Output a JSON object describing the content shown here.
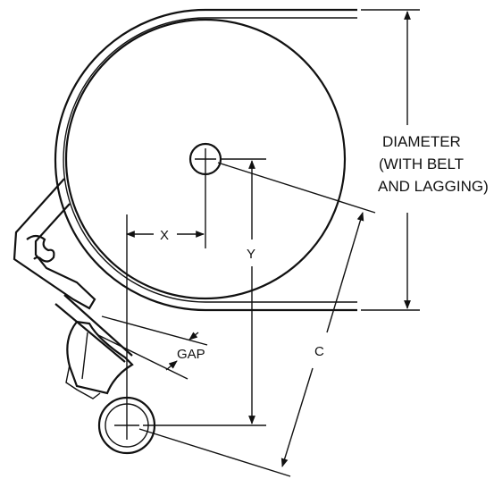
{
  "labels": {
    "diameter_line1": "DIAMETER",
    "diameter_line2": "(WITH BELT",
    "diameter_line3": "AND LAGGING)",
    "x": "X",
    "y": "Y",
    "c": "C",
    "gap": "GAP"
  },
  "colors": {
    "ink": "#111111",
    "background": "#ffffff"
  }
}
